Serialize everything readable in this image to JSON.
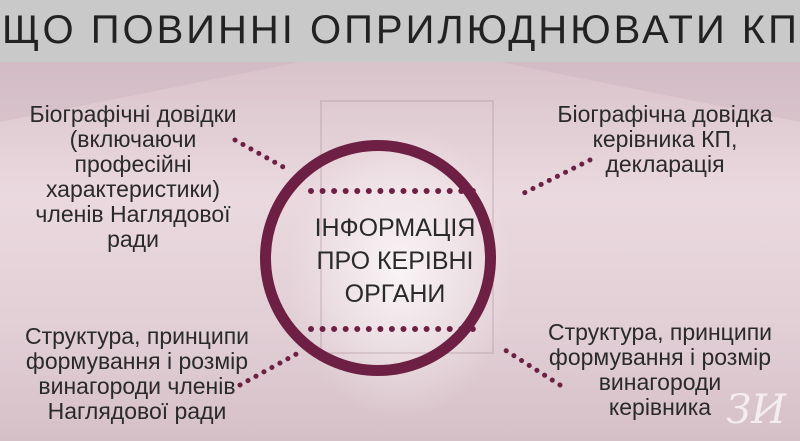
{
  "header": {
    "title": "ЩО ПОВИННІ ОПРИЛЮДНЮВАТИ КП?"
  },
  "center": {
    "lines": [
      "ІНФОРМАЦІЯ",
      "ПРО КЕРІВНІ",
      "ОРГАНИ"
    ]
  },
  "blocks": {
    "top_left": [
      "Біографічні довідки",
      "(включаючи",
      "професійні",
      "характеристики)",
      "членів Наглядової",
      "ради"
    ],
    "top_right": [
      "Біографічна довідка",
      "керівника КП,",
      "декларація"
    ],
    "bottom_left": [
      "Структура, принципи",
      "формування і розмір",
      "винагороди членів",
      "Наглядової ради"
    ],
    "bottom_right": [
      "Структура, принципи",
      "формування і розмір",
      "винагороди",
      "керівника"
    ]
  },
  "colors": {
    "accent": "#6d2043",
    "header_bg": "#c9c9c9",
    "text": "#2a2a2a"
  }
}
